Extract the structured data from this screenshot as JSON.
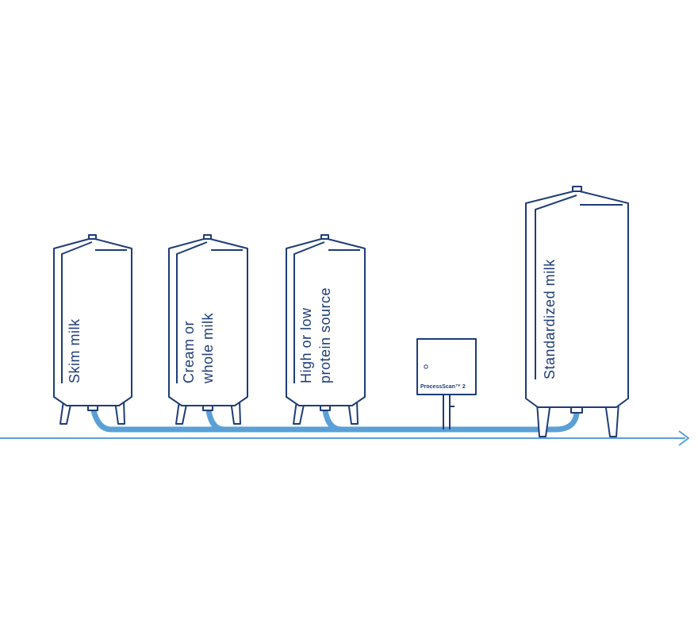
{
  "colors": {
    "outline": "#1e3c78",
    "pipe": "#5aa0d6",
    "flow": "#5aa0d6",
    "background": "#ffffff"
  },
  "tanks": [
    {
      "id": "skim",
      "lines": [
        "Skim milk"
      ]
    },
    {
      "id": "cream",
      "lines": [
        "Cream or",
        "whole milk"
      ]
    },
    {
      "id": "protein",
      "lines": [
        "High or low",
        "protein source"
      ]
    },
    {
      "id": "standardized",
      "lines": [
        "Standardized milk"
      ]
    }
  ],
  "analyzer": {
    "label": "ProcessScan™ 2"
  },
  "flow_arrow_icon": "arrow-right-icon"
}
